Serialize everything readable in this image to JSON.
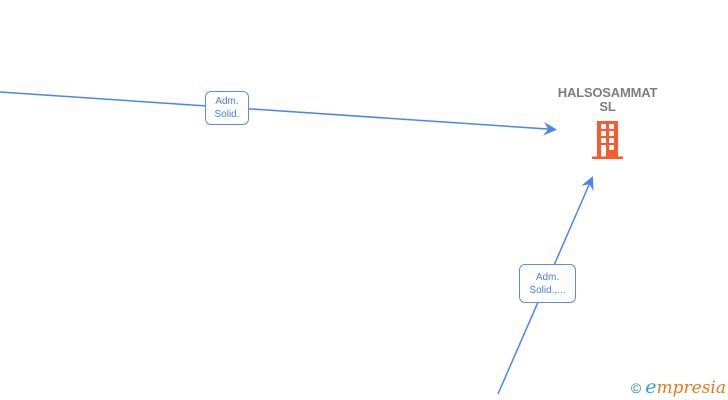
{
  "diagram": {
    "company": {
      "name": "HALSOSAMMAT SL",
      "name_line1": "HALSOSAMMAT",
      "name_line2": "SL",
      "icon": "building-icon"
    },
    "edges": [
      {
        "label": "Adm. Solid.",
        "label_line1": "Adm.",
        "label_line2": "Solid."
      },
      {
        "label": "Adm. Solid.,...",
        "label_line1": "Adm.",
        "label_line2": "Solid.,..."
      }
    ]
  },
  "watermark": {
    "copyright_symbol": "©",
    "brand": "empresia",
    "brand_initial": "e",
    "brand_rest": "mpresia"
  },
  "colors": {
    "edge_blue": "#4a86e8",
    "label_border_blue": "#5b8fd9",
    "label_text_blue": "#4a80d0",
    "company_name_gray": "#7e7e7e",
    "building_orange": "#fb5a2e",
    "logo_copyright_blue": "#2b7fa8",
    "logo_e_blue": "#2e9fd4",
    "logo_text_orange": "#e8791e"
  }
}
